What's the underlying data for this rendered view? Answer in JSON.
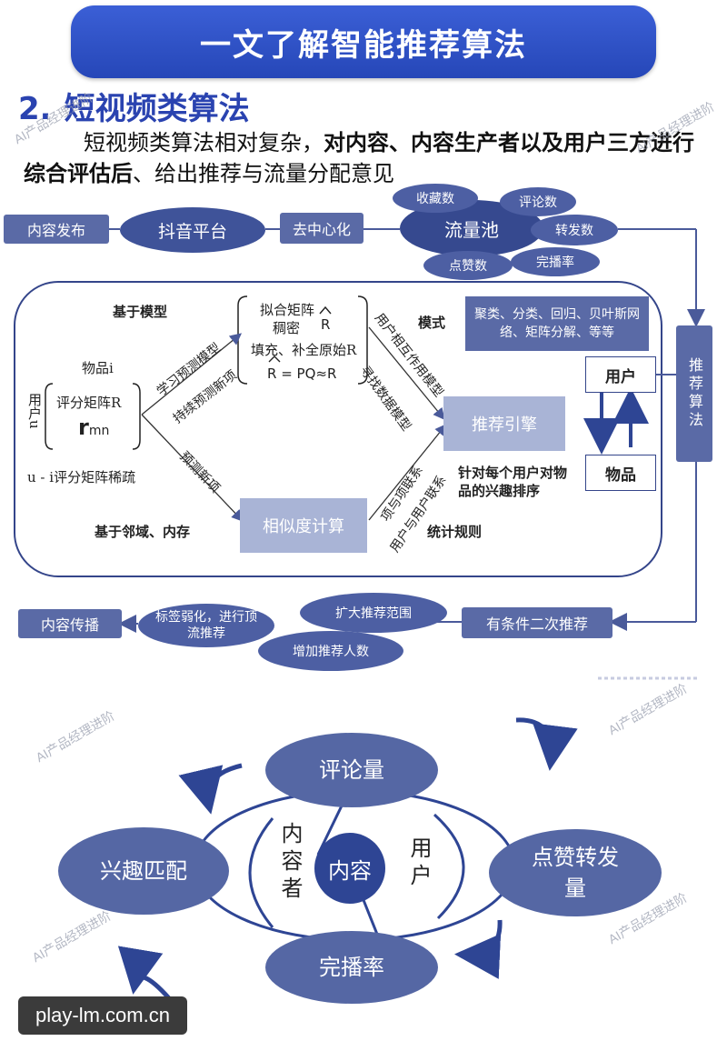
{
  "header": {
    "title": "一文了解智能推荐算法"
  },
  "section": {
    "number": "2.",
    "title": "短视频类算法"
  },
  "intro": {
    "part1": "短视频类算法相对复杂，",
    "part2_bold": "对内容、内容生产者以及用户三方进行综合评估后",
    "part3": "、给出推荐与流量分配意见"
  },
  "watermark": "AI产品经理进阶",
  "flow_top": {
    "content_publish": "内容发布",
    "douyin": "抖音平台",
    "decentralize": "去中心化",
    "traffic_pool": "流量池",
    "metrics": {
      "collect": "收藏数",
      "comment": "评论数",
      "forward": "转发数",
      "like": "点赞数",
      "completion": "完播率"
    }
  },
  "model_box": {
    "model_based": "基于模型",
    "item_i": "物品i",
    "user_u": "用户u",
    "rating_matrix": "评分矩阵R",
    "r_symbol": "r",
    "r_sub": "mn",
    "sparse": "u - i评分矩阵稀疏",
    "fit_matrix": "拟合矩阵",
    "dense": "稠密",
    "r_hat": "R",
    "fill": "填充、补全原始R",
    "formula": "R = PQ≈R",
    "learn": "学习预测模型",
    "predict_items": "持续预测新项",
    "predict_new": "预测新项",
    "neighbor": "基于邻域、内存",
    "similarity": "相似度计算",
    "interaction": "用户相互作用模型",
    "data_mining": "寻找数据模型",
    "item_link": "项与项联系",
    "user_link": "用户与用户联系",
    "pattern": "模式",
    "methods": "聚类、分类、回归、贝叶斯网络、矩阵分解、等等",
    "engine": "推荐引擎",
    "engine_desc": "针对每个用户对物品的兴趣排序",
    "stats": "统计规则",
    "user": "用户",
    "item": "物品",
    "rec_algo": "推荐算法"
  },
  "flow_bottom": {
    "secondary": "有条件二次推荐",
    "expand": "扩大推荐范围",
    "increase": "增加推荐人数",
    "weaken": "标签弱化，进行顶流推荐",
    "spread": "内容传播"
  },
  "cycle": {
    "comments": "评论量",
    "interest": "兴趣匹配",
    "likes": "点赞转发量",
    "completion": "完播率",
    "center": "内容",
    "creator": "内容者",
    "user": "用户"
  },
  "footer": {
    "badge": "play-lm.com.cn"
  }
}
